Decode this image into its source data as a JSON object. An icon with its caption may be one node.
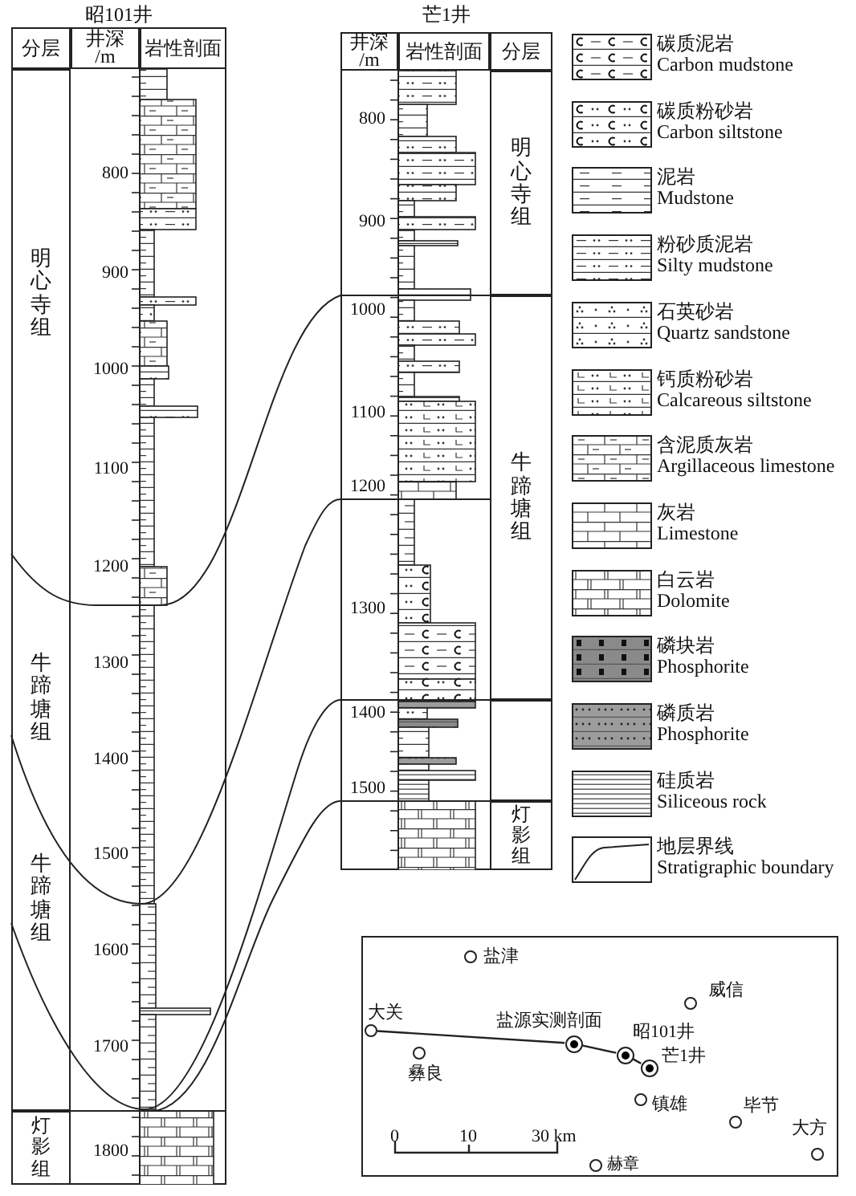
{
  "diagram": {
    "nodes": [
      {
        "text": [
          "昭101井"
        ]
      },
      {
        "text": [
          "分层"
        ],
        "in": 0
      },
      {
        "text": [
          "井深 /m"
        ],
        "in": 0
      },
      {
        "text": [
          "岩性剖面"
        ],
        "in": 0
      },
      {
        "text": [
          "明心寺组",
          "牛蹄塘组",
          "牛蹄塘组"
        ],
        "in": 0
      },
      {
        "text": [
          "灯影组"
        ],
        "in": 0
      },
      {
        "text": [
          "芒1井"
        ]
      },
      {
        "text": [
          "井深 /m"
        ],
        "in": 6
      },
      {
        "text": [
          "岩性剖面"
        ],
        "in": 6
      },
      {
        "text": [
          "分层"
        ],
        "in": 6
      },
      {
        "text": [
          "明心寺组"
        ],
        "in": 6
      },
      {
        "text": [
          "牛蹄塘组"
        ],
        "in": 6
      },
      {
        "text": [],
        "shape": "box",
        "in": 6
      },
      {
        "text": [
          "灯影组"
        ],
        "in": 6
      },
      {
        "text": [],
        "shape": "circle",
        "beside": [
          "大关"
        ]
      },
      {
        "text": [],
        "shape": "circle",
        "beside": [
          "盐源实测剖面"
        ]
      },
      {
        "text": [],
        "shape": "circle",
        "beside": [
          "昭101井"
        ]
      },
      {
        "text": [],
        "shape": "circle",
        "beside": [
          "芒1井"
        ]
      }
    ],
    "edges": [
      {
        "from": 14,
        "to": 15,
        "arrow": "none"
      },
      {
        "from": 15,
        "to": 16,
        "arrow": "none"
      },
      {
        "from": 16,
        "to": 17,
        "arrow": "none"
      }
    ],
    "labels": [
      "800",
      "900",
      "1000",
      "1100",
      "1200",
      "1300",
      "1400",
      "1500",
      "1600",
      "1700",
      "1800",
      "800",
      "900",
      "1000",
      "1100",
      "1200",
      "1300",
      "1400",
      "1500",
      "盐津",
      "威信",
      "彝良",
      "镇雄",
      "毕节",
      "大方",
      "赫章",
      "0",
      "10",
      "30 km"
    ],
    "legend": [
      {
        "text": "碳质泥岩 Carbon mudstone"
      },
      {
        "text": "碳质粉砂岩 Carbon siltstone"
      },
      {
        "text": "泥岩 Mudstone"
      },
      {
        "text": "粉砂质泥岩 Silty mudstone"
      },
      {
        "text": "石英砂岩 Quartz sandstone"
      },
      {
        "text": "钙质粉砂岩 Calcareous siltstone"
      },
      {
        "text": "含泥质灰岩 Argillaceous limestone"
      },
      {
        "text": "灰岩 Limestone"
      },
      {
        "text": "白云岩 Dolomite"
      },
      {
        "text": "磷块岩 Phosphorite"
      },
      {
        "text": "磷质岩 Phosphorite"
      },
      {
        "text": "硅质岩 Siliceous rock"
      },
      {
        "text": "地层界线 Stratigraphic boundary"
      }
    ]
  }
}
